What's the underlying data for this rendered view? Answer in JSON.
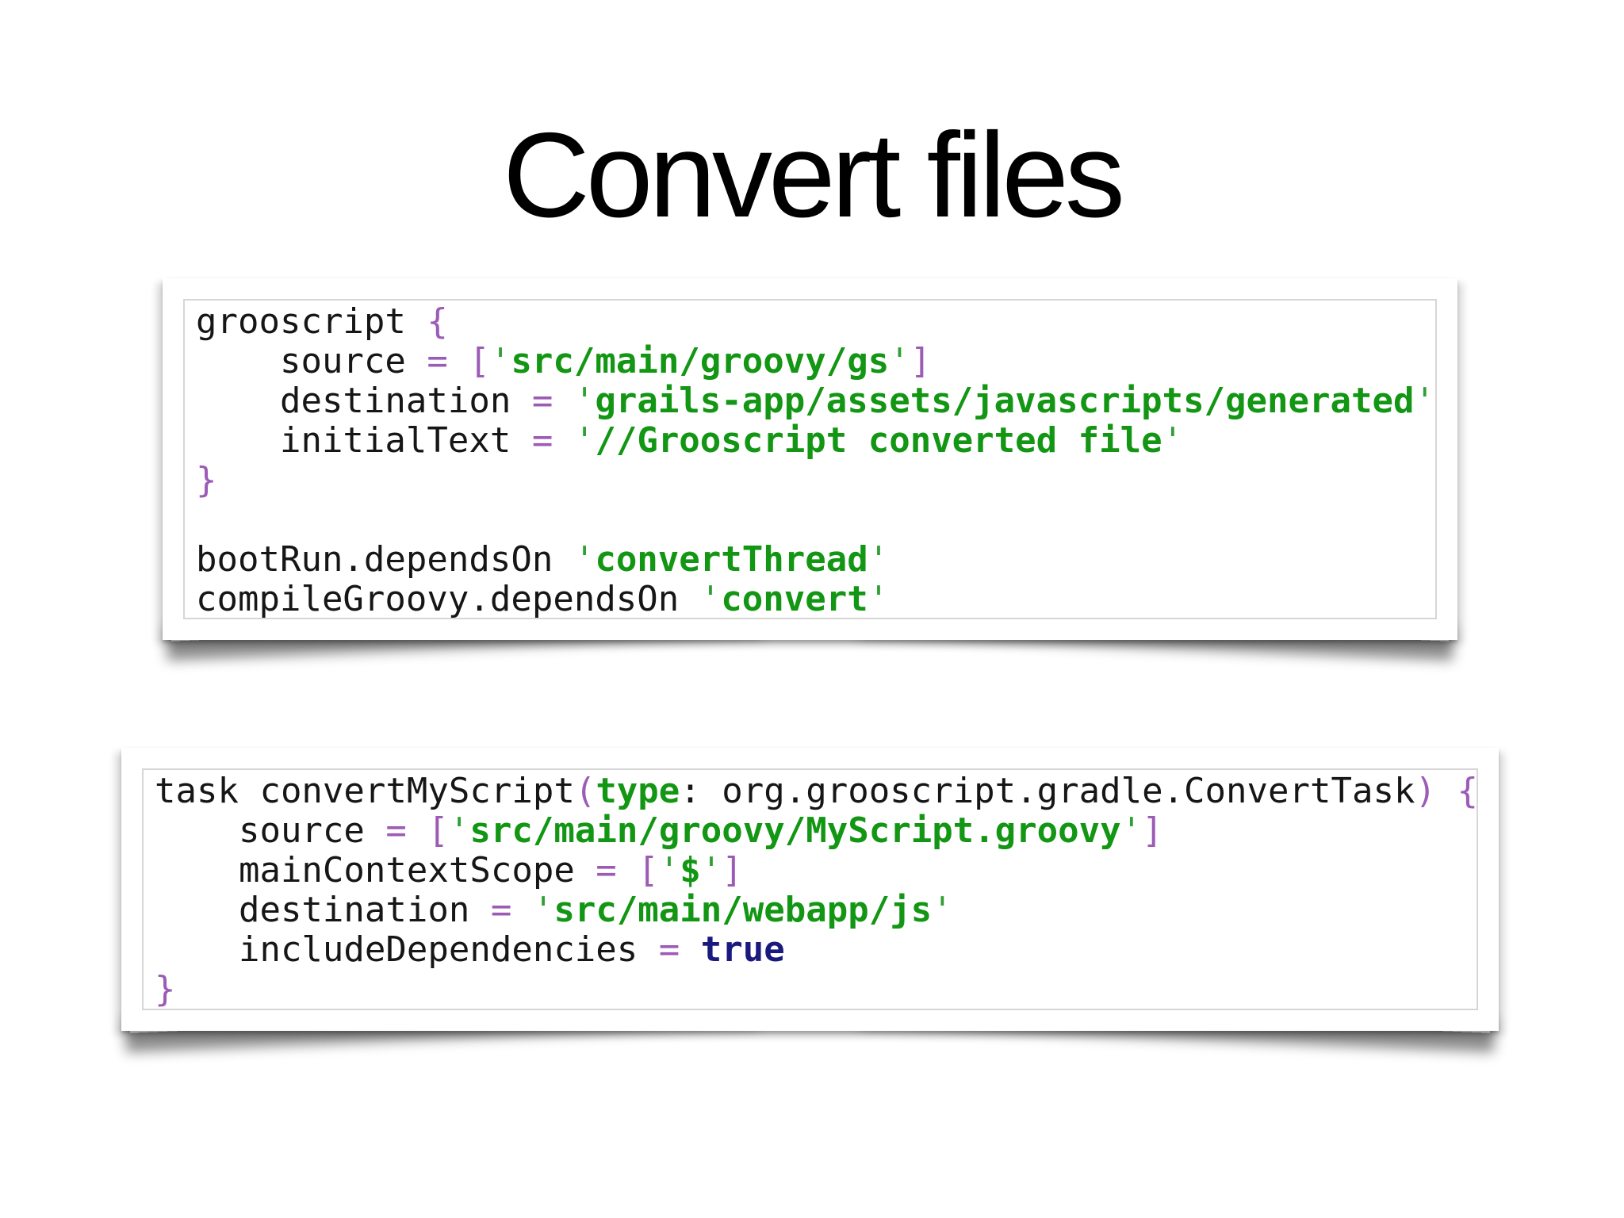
{
  "title": "Convert files",
  "colors": {
    "plain": "#161616",
    "symbol": "#9c5bb5",
    "string": "#129613",
    "string_quote": "#2f9e33",
    "keyword": "#129613",
    "boolean": "#1a1a7e"
  },
  "code_blocks": [
    {
      "name": "grooscript-config-snippet",
      "lines": [
        [
          {
            "s": "plain",
            "t": "grooscript "
          },
          {
            "s": "sym",
            "t": "{"
          }
        ],
        [
          {
            "s": "plain",
            "t": "    source "
          },
          {
            "s": "sym",
            "t": "="
          },
          {
            "s": "plain",
            "t": " "
          },
          {
            "s": "sym",
            "t": "["
          },
          {
            "s": "strq",
            "t": "'"
          },
          {
            "s": "str",
            "t": "src/main/groovy/gs"
          },
          {
            "s": "strq",
            "t": "'"
          },
          {
            "s": "sym",
            "t": "]"
          }
        ],
        [
          {
            "s": "plain",
            "t": "    destination "
          },
          {
            "s": "sym",
            "t": "="
          },
          {
            "s": "plain",
            "t": " "
          },
          {
            "s": "strq",
            "t": "'"
          },
          {
            "s": "str",
            "t": "grails-app/assets/javascripts/generated"
          },
          {
            "s": "strq",
            "t": "'"
          }
        ],
        [
          {
            "s": "plain",
            "t": "    initialText "
          },
          {
            "s": "sym",
            "t": "="
          },
          {
            "s": "plain",
            "t": " "
          },
          {
            "s": "strq",
            "t": "'"
          },
          {
            "s": "str",
            "t": "//Grooscript converted file"
          },
          {
            "s": "strq",
            "t": "'"
          }
        ],
        [
          {
            "s": "sym",
            "t": "}"
          }
        ],
        [],
        [
          {
            "s": "plain",
            "t": "bootRun.dependsOn "
          },
          {
            "s": "strq",
            "t": "'"
          },
          {
            "s": "str",
            "t": "convertThread"
          },
          {
            "s": "strq",
            "t": "'"
          }
        ],
        [
          {
            "s": "plain",
            "t": "compileGroovy.dependsOn "
          },
          {
            "s": "strq",
            "t": "'"
          },
          {
            "s": "str",
            "t": "convert"
          },
          {
            "s": "strq",
            "t": "'"
          }
        ]
      ]
    },
    {
      "name": "convert-task-snippet",
      "lines": [
        [
          {
            "s": "plain",
            "t": "task convertMyScript"
          },
          {
            "s": "sym",
            "t": "("
          },
          {
            "s": "kw",
            "t": "type"
          },
          {
            "s": "plain",
            "t": ": org.grooscript.gradle.ConvertTask"
          },
          {
            "s": "sym",
            "t": ")"
          },
          {
            "s": "plain",
            "t": " "
          },
          {
            "s": "sym",
            "t": "{"
          }
        ],
        [
          {
            "s": "plain",
            "t": "    source "
          },
          {
            "s": "sym",
            "t": "="
          },
          {
            "s": "plain",
            "t": " "
          },
          {
            "s": "sym",
            "t": "["
          },
          {
            "s": "strq",
            "t": "'"
          },
          {
            "s": "str",
            "t": "src/main/groovy/MyScript.groovy"
          },
          {
            "s": "strq",
            "t": "'"
          },
          {
            "s": "sym",
            "t": "]"
          }
        ],
        [
          {
            "s": "plain",
            "t": "    mainContextScope "
          },
          {
            "s": "sym",
            "t": "="
          },
          {
            "s": "plain",
            "t": " "
          },
          {
            "s": "sym",
            "t": "["
          },
          {
            "s": "strq",
            "t": "'"
          },
          {
            "s": "str",
            "t": "$"
          },
          {
            "s": "strq",
            "t": "'"
          },
          {
            "s": "sym",
            "t": "]"
          }
        ],
        [
          {
            "s": "plain",
            "t": "    destination "
          },
          {
            "s": "sym",
            "t": "="
          },
          {
            "s": "plain",
            "t": " "
          },
          {
            "s": "strq",
            "t": "'"
          },
          {
            "s": "str",
            "t": "src/main/webapp/js"
          },
          {
            "s": "strq",
            "t": "'"
          }
        ],
        [
          {
            "s": "plain",
            "t": "    includeDependencies "
          },
          {
            "s": "sym",
            "t": "="
          },
          {
            "s": "plain",
            "t": " "
          },
          {
            "s": "bool",
            "t": "true"
          }
        ],
        [
          {
            "s": "sym",
            "t": "}"
          }
        ]
      ]
    }
  ]
}
